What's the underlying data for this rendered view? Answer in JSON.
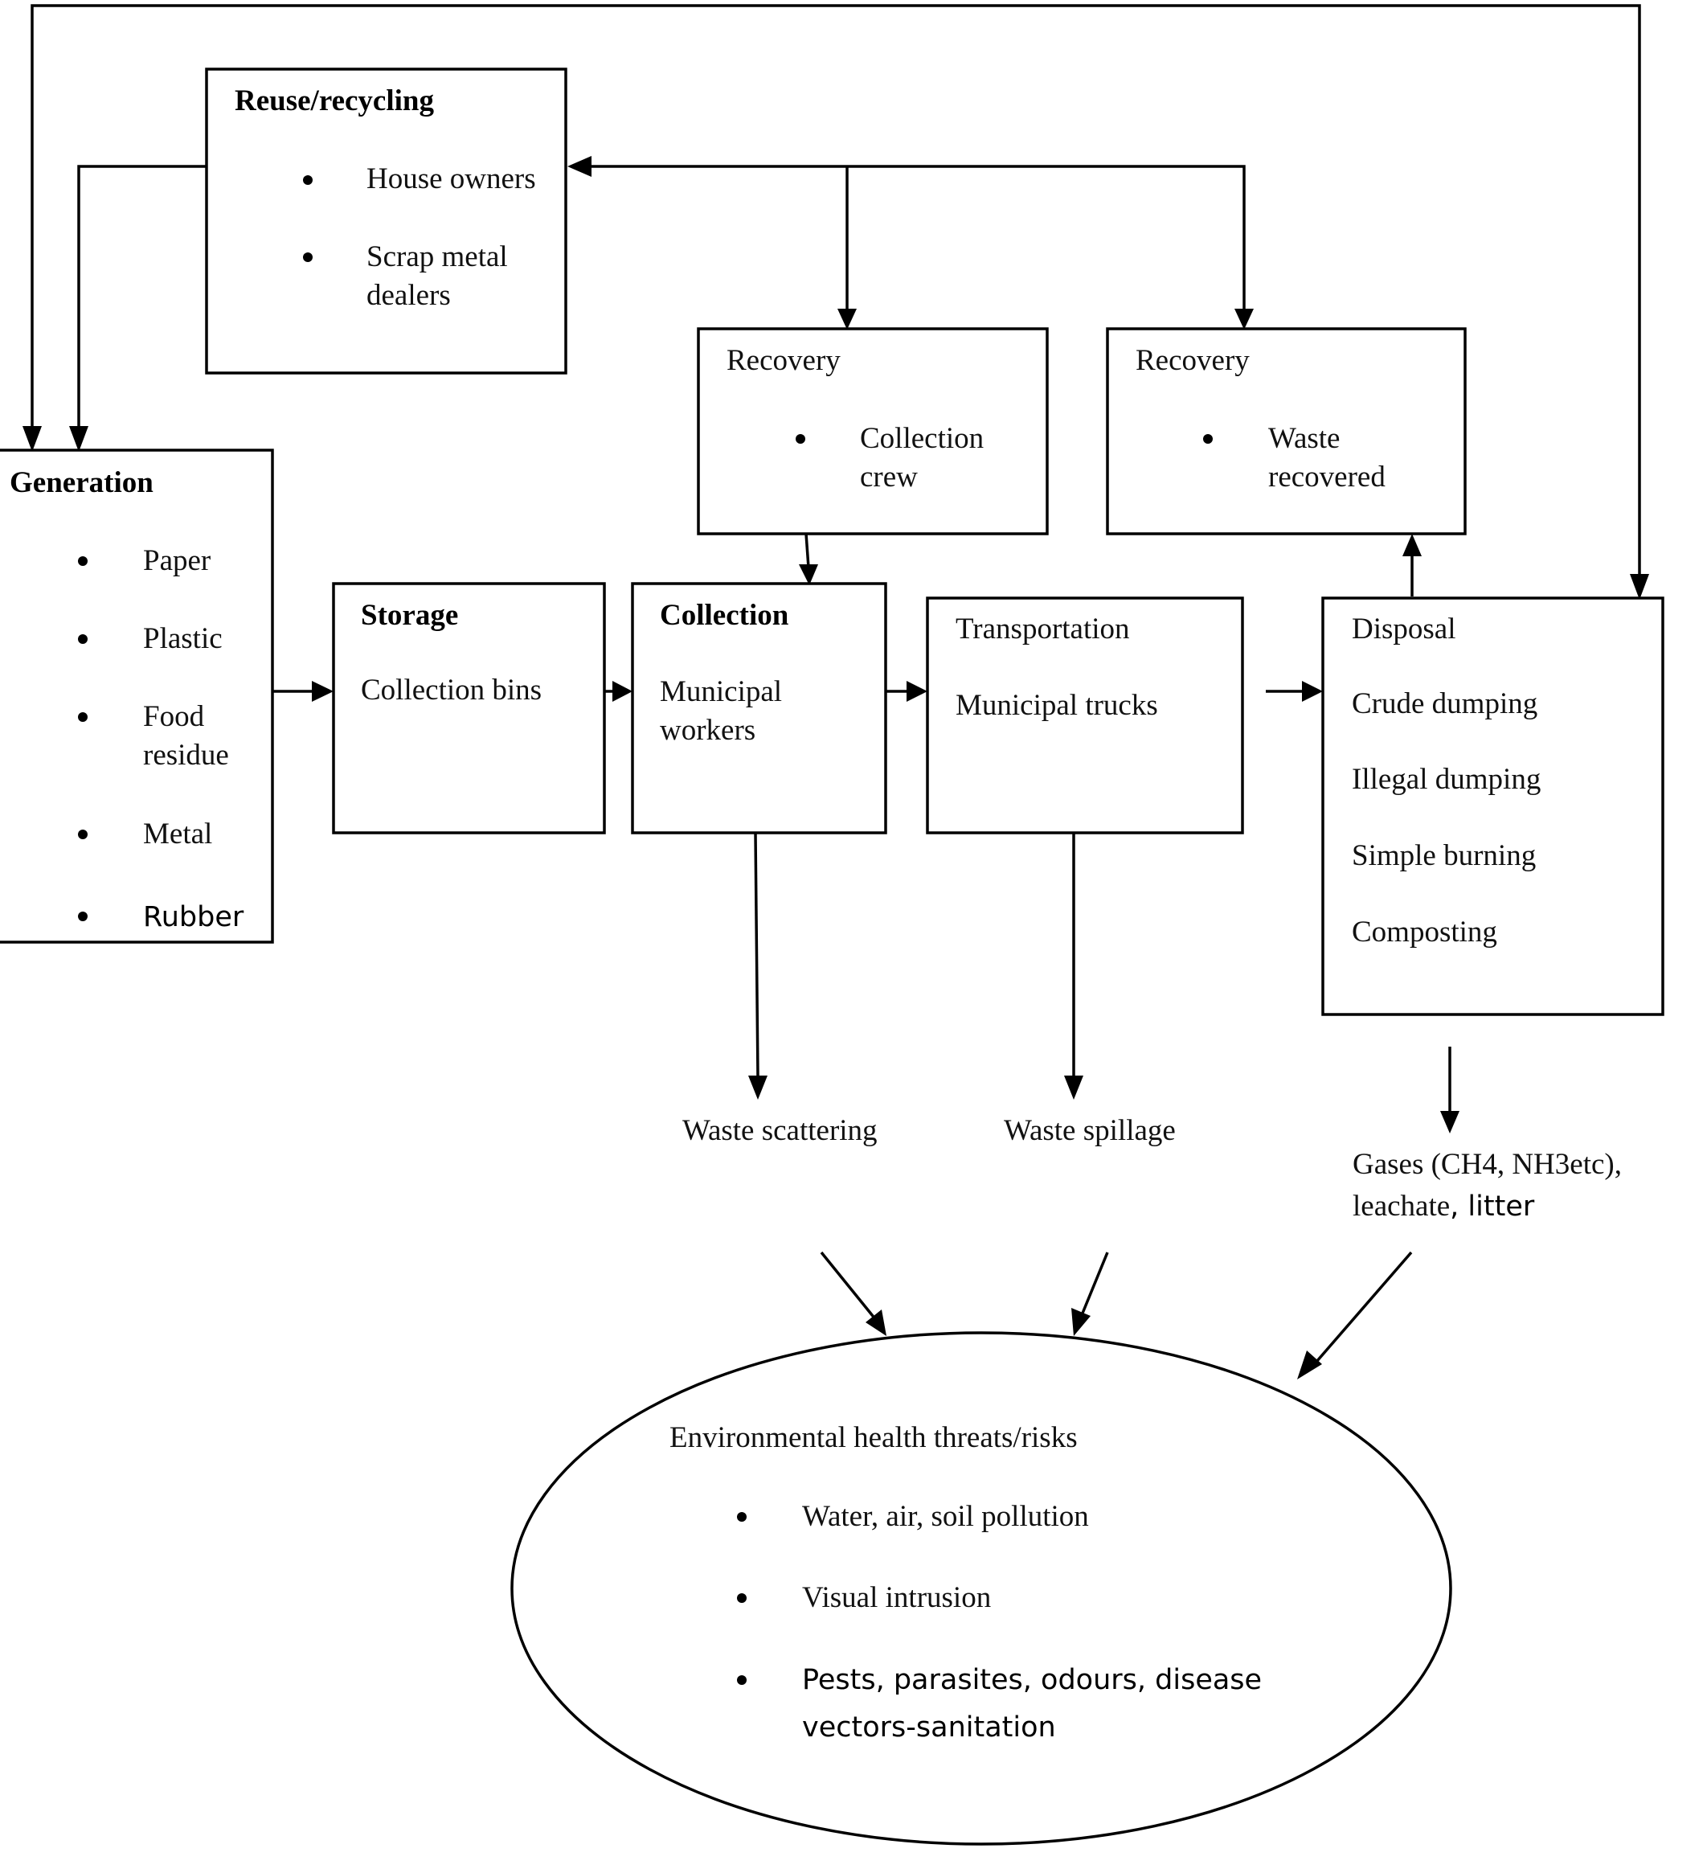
{
  "reuse_recycling": {
    "title": "Reuse/recycling",
    "items": [
      "House owners",
      "Scrap metal",
      "dealers"
    ]
  },
  "generation": {
    "title": "Generation",
    "items": [
      "Paper",
      "Plastic",
      "Food",
      "residue",
      "Metal",
      "Rubber"
    ]
  },
  "recovery_crew": {
    "title": "Recovery",
    "items": [
      "Collection",
      "crew"
    ]
  },
  "recovery_waste": {
    "title": "Recovery",
    "items": [
      "Waste",
      "recovered"
    ]
  },
  "storage": {
    "title": "Storage",
    "detail": "Collection bins"
  },
  "collection": {
    "title": "Collection",
    "detail_lines": [
      "Municipal",
      "workers"
    ]
  },
  "transportation": {
    "title": "Transportation",
    "detail": "Municipal trucks"
  },
  "disposal": {
    "title": "Disposal",
    "items": [
      "Crude dumping",
      "Illegal dumping",
      "Simple burning",
      "Composting"
    ]
  },
  "outcomes": {
    "scattering": "Waste scattering",
    "spillage": "Waste spillage",
    "gases_lines": [
      "Gases (CH4, NH3etc),",
      "leachate",
      ", litter"
    ]
  },
  "risks": {
    "title": "Environmental health threats/risks",
    "items": [
      "Water, air, soil pollution",
      "Visual intrusion",
      "Pests, parasites, odours, disease",
      "vectors-sanitation"
    ]
  }
}
